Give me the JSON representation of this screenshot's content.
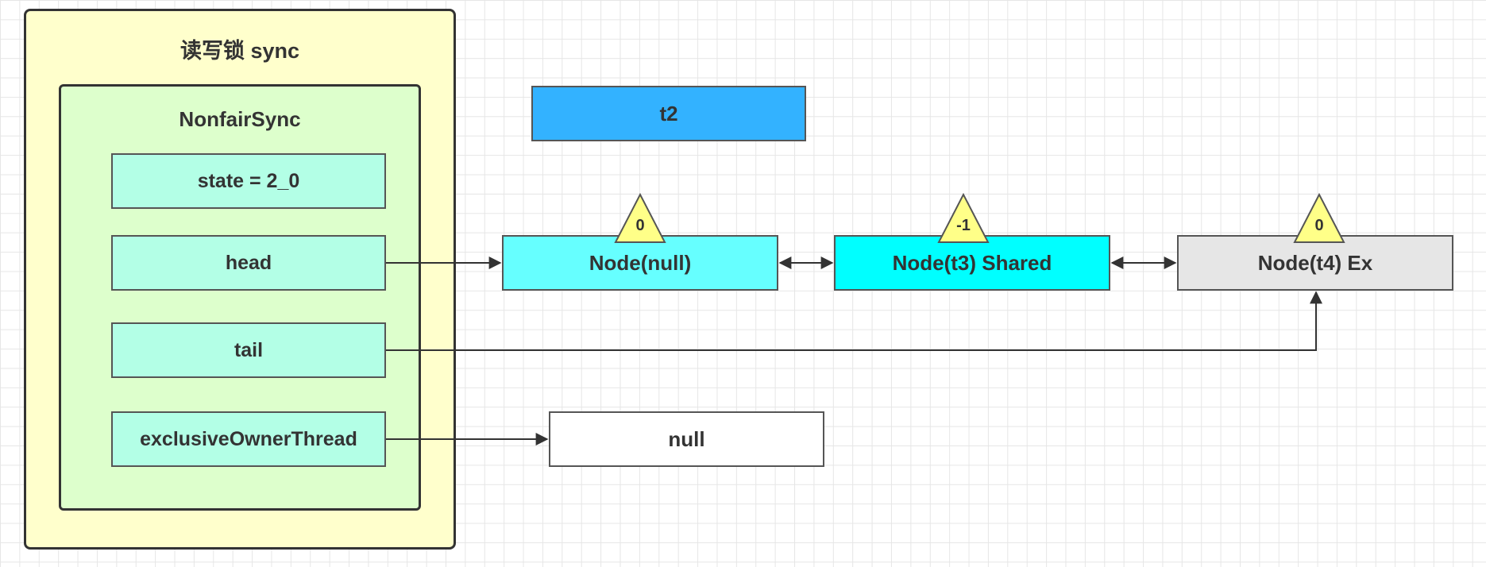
{
  "sync": {
    "title": "读写锁 sync"
  },
  "nonfair": {
    "title": "NonfairSync",
    "state": "state = 2_0",
    "head": "head",
    "tail": "tail",
    "owner": "exclusiveOwnerThread"
  },
  "thread_box": "t2",
  "queue": [
    {
      "label": "Node(null)",
      "wait_status": "0",
      "color": "#66ffff"
    },
    {
      "label": "Node(t3) Shared",
      "wait_status": "-1",
      "color": "#00ffff"
    },
    {
      "label": "Node(t4) Ex",
      "wait_status": "0",
      "color": "#e6e6e6"
    }
  ],
  "owner_value": "null",
  "colors": {
    "sync": "#ffffcc",
    "nonfair": "#ddffcc",
    "field": "#b3ffe6",
    "thread": "#33b2ff",
    "triangle": "#ffff88"
  }
}
